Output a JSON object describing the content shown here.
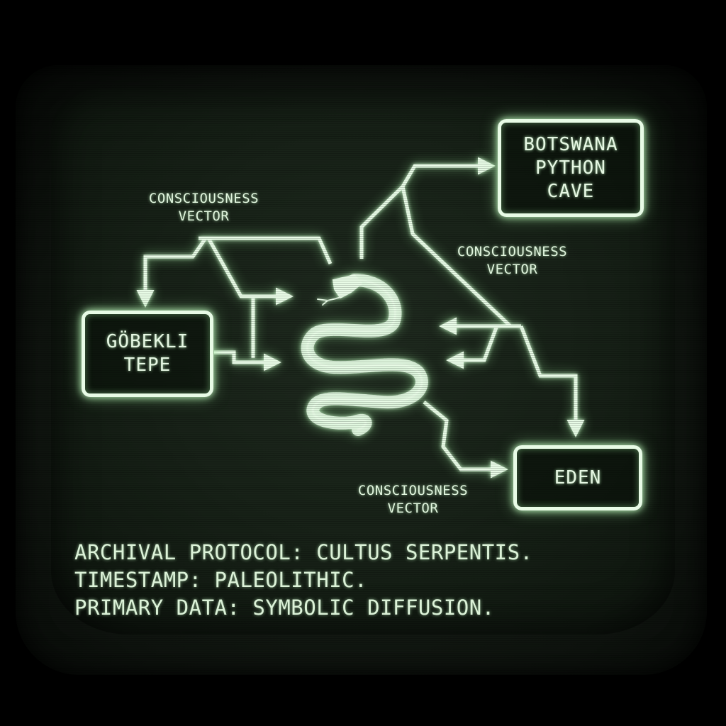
{
  "colors": {
    "phosphor": "#e8fbe6",
    "screen_bg": "#172117",
    "glow": "#bff2bd"
  },
  "nodes": {
    "botswana": {
      "label": "BOTSWANA\nPYTHON\nCAVE"
    },
    "gobekli": {
      "label": "GÖBEKLI\nTEPE"
    },
    "eden": {
      "label": "EDEN"
    }
  },
  "center_icon": "serpent-icon",
  "edge_labels": [
    {
      "text": "CONSCIOUSNESS\nVECTOR"
    },
    {
      "text": "CONSCIOUSNESS\nVECTOR"
    },
    {
      "text": "CONSCIOUSNESS\nVECTOR"
    }
  ],
  "terminal": {
    "lines": [
      "ARCHIVAL PROTOCOL: CULTUS SERPENTIS.",
      "TIMESTAMP: PALEOLITHIC.",
      "PRIMARY DATA: SYMBOLIC DIFFUSION."
    ]
  }
}
